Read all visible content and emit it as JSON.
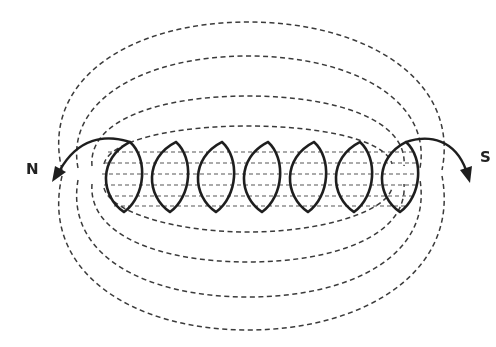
{
  "labels": {
    "north": "N",
    "south": "S"
  },
  "coil": {
    "turns": 7
  },
  "field": {
    "loops_above": 4,
    "loops_below": 4
  }
}
